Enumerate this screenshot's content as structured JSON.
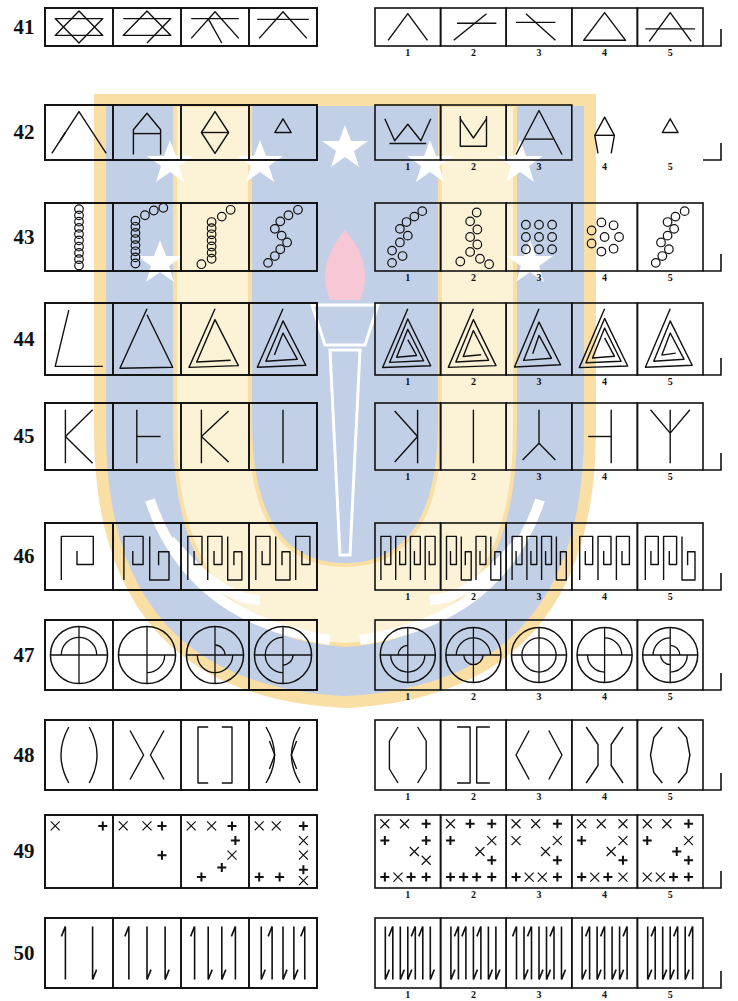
{
  "diagram": {
    "labels": [
      "41",
      "1",
      "2",
      "3",
      "4",
      "5",
      "42",
      "1",
      "2",
      "3",
      "4",
      "5",
      "43",
      "1",
      "2",
      "3",
      "4",
      "5",
      "44",
      "1",
      "2",
      "3",
      "4",
      "5",
      "45",
      "1",
      "2",
      "3",
      "4",
      "5",
      "46",
      "1",
      "2",
      "3",
      "4",
      "5",
      "47",
      "1",
      "2",
      "3",
      "4",
      "5",
      "48",
      "1",
      "2",
      "3",
      "4",
      "5",
      "49",
      "1",
      "2",
      "3",
      "4",
      "5",
      "50",
      "1",
      "2",
      "3",
      "4",
      "5"
    ]
  }
}
